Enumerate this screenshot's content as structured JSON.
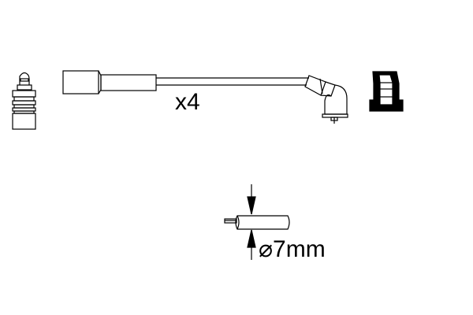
{
  "labels": {
    "quantity": "x4",
    "diameter": "⌀7mm"
  },
  "parts": [
    "spark-plug-connector",
    "ignition-cable",
    "angled-plug-boot",
    "coil-terminal-cap",
    "cable-cross-section"
  ],
  "colors": {
    "line": "#000000",
    "background": "#ffffff"
  }
}
